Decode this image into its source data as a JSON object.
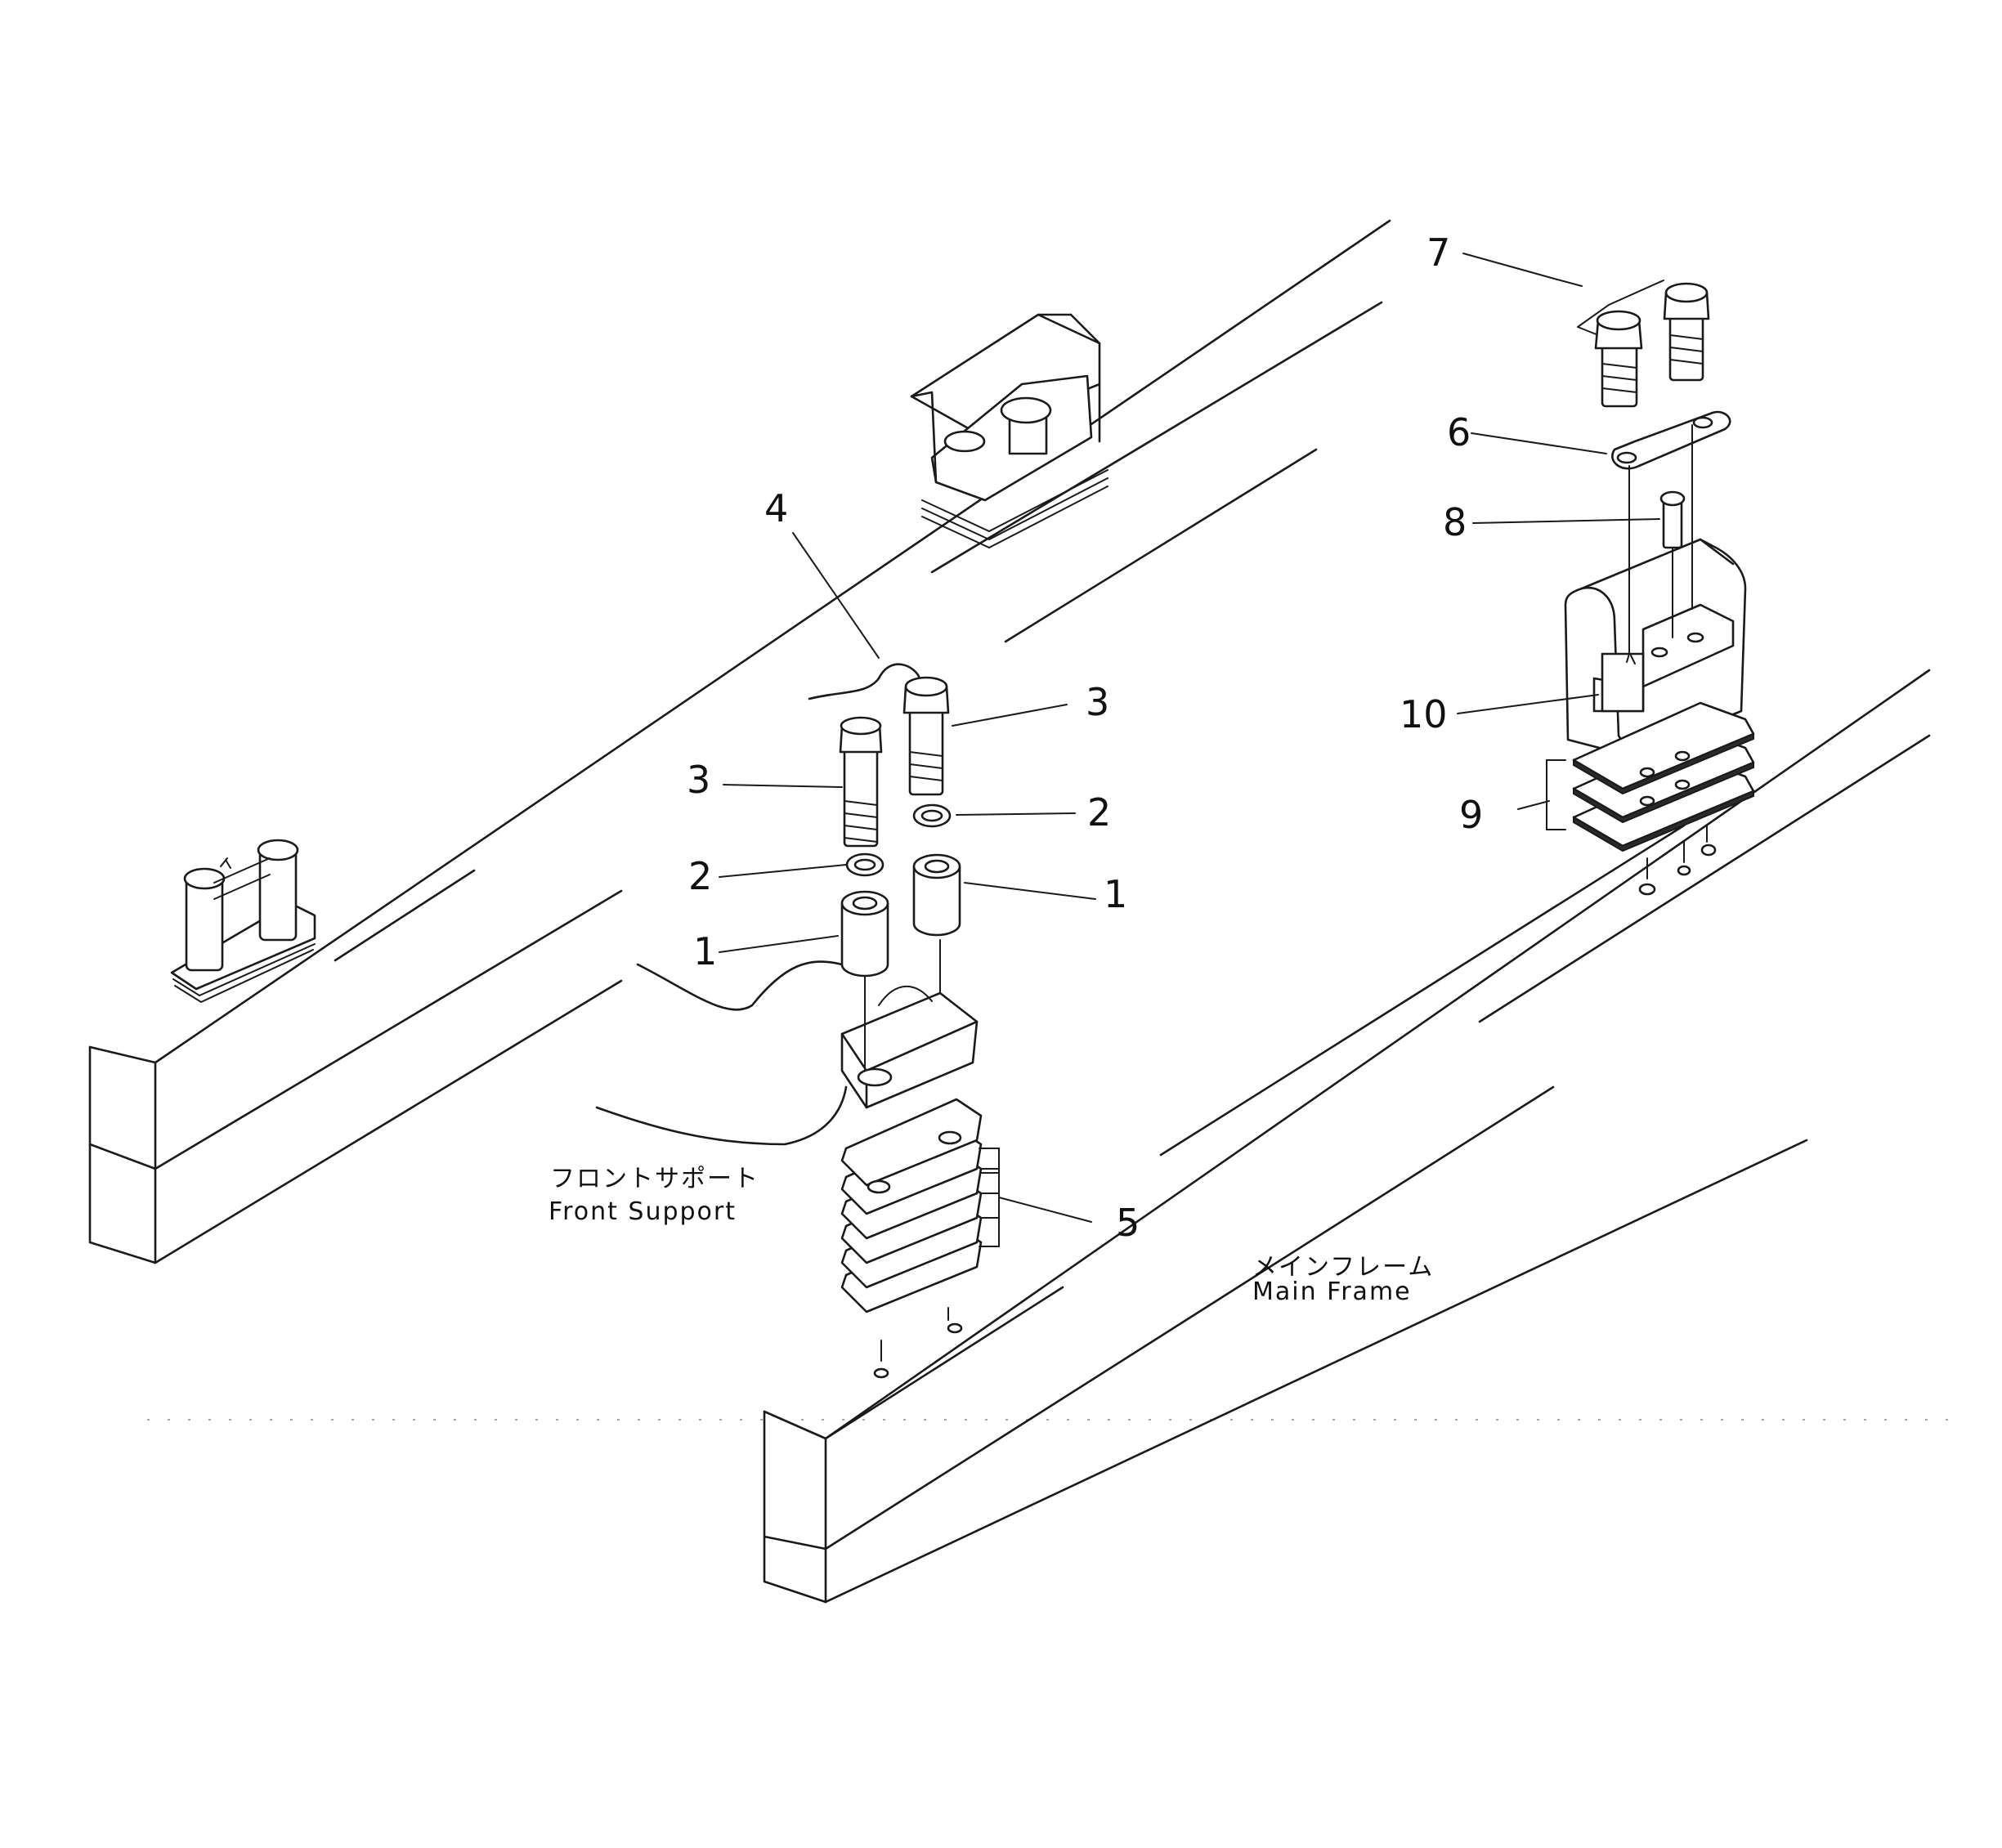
{
  "labels": {
    "front_support_jp": "フロントサポート",
    "front_support_en": "Front Support",
    "main_frame_jp": "メインフレーム",
    "main_frame_en": "Main Frame"
  },
  "callouts": {
    "c1a": "1",
    "c1b": "1",
    "c2a": "2",
    "c2b": "2",
    "c3a": "3",
    "c3b": "3",
    "c4": "4",
    "c5": "5",
    "c6": "6",
    "c7": "7",
    "c8": "8",
    "c9": "9",
    "c10": "10"
  }
}
